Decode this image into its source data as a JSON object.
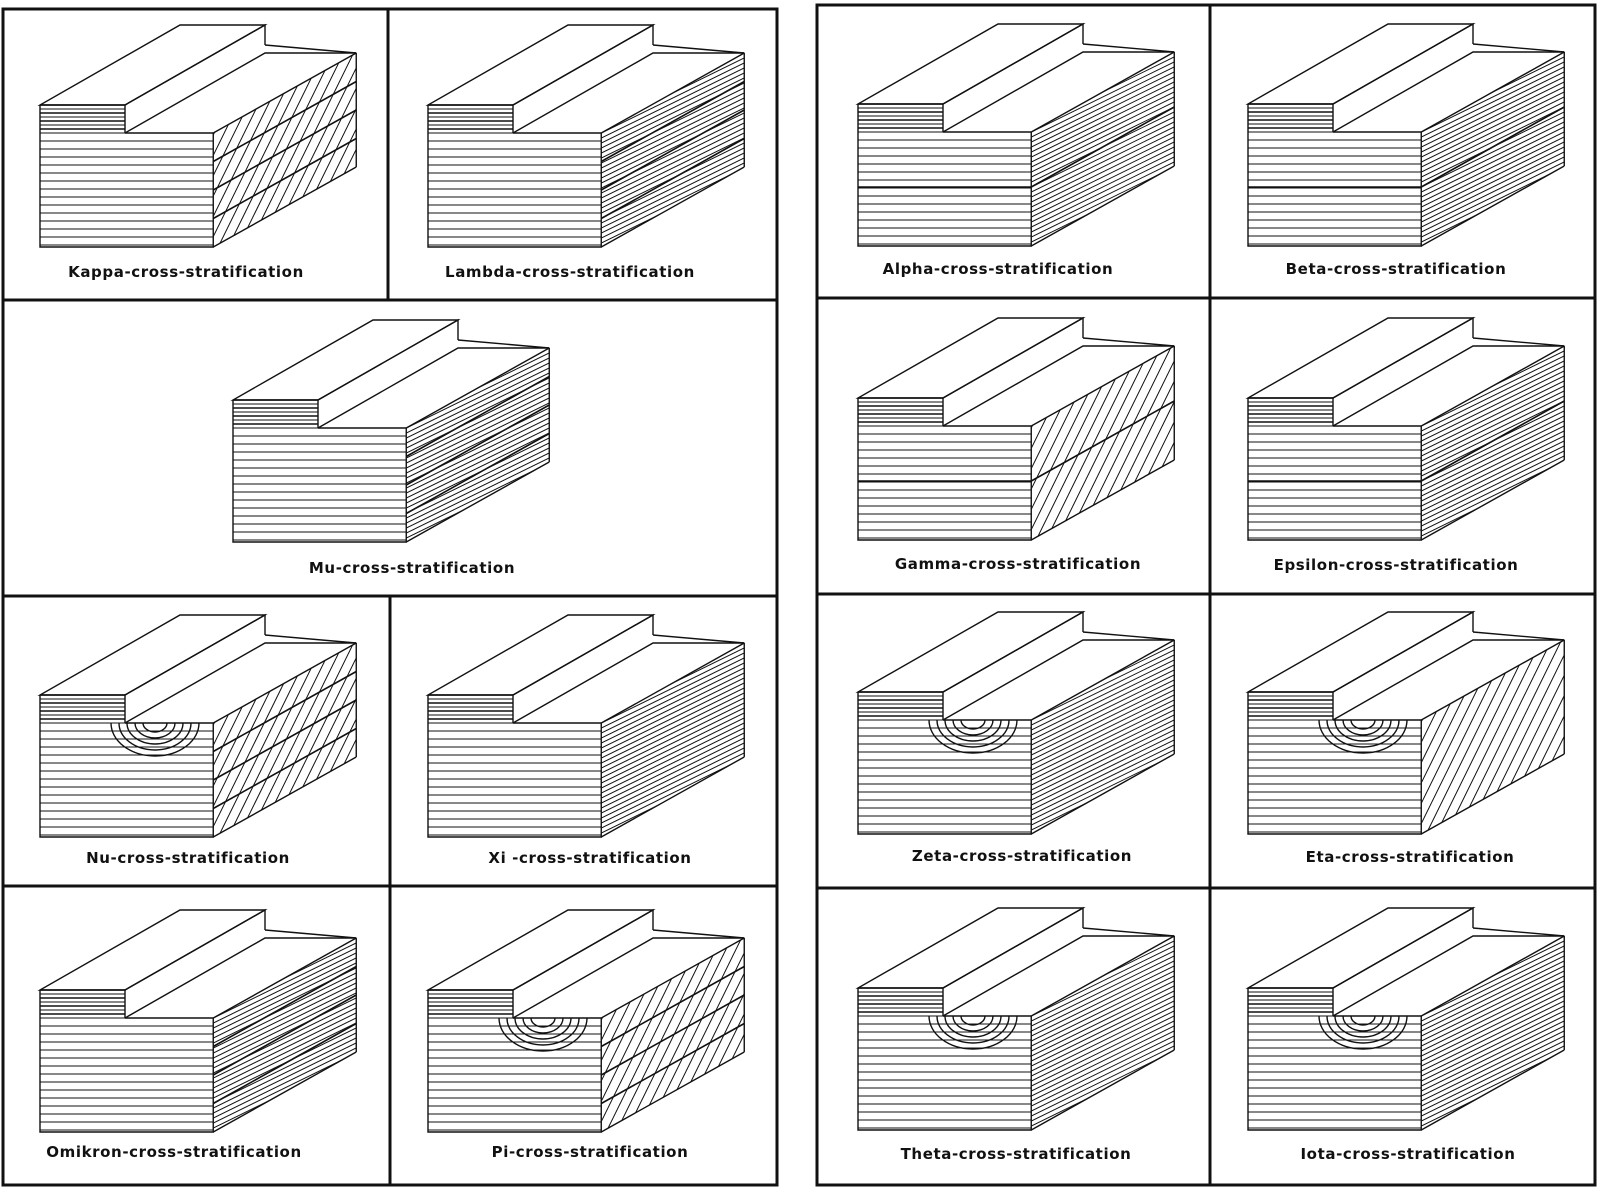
{
  "panels": [
    {
      "id": "kappa",
      "label": "Kappa-cross-stratification",
      "side": "left"
    },
    {
      "id": "lambda",
      "label": "Lambda-cross-stratification",
      "side": "left"
    },
    {
      "id": "mu",
      "label": "Mu-cross-stratification",
      "side": "left"
    },
    {
      "id": "nu",
      "label": "Nu-cross-stratification",
      "side": "left"
    },
    {
      "id": "xi",
      "label": "Xi -cross-stratification",
      "side": "left"
    },
    {
      "id": "omikron",
      "label": "Omikron-cross-stratification",
      "side": "left"
    },
    {
      "id": "pi",
      "label": "Pi-cross-stratification",
      "side": "left"
    },
    {
      "id": "alpha",
      "label": "Alpha-cross-stratification",
      "side": "right"
    },
    {
      "id": "beta",
      "label": "Beta-cross-stratification",
      "side": "right"
    },
    {
      "id": "gamma",
      "label": "Gamma-cross-stratification",
      "side": "right"
    },
    {
      "id": "epsilon",
      "label": "Epsilon-cross-stratification",
      "side": "right"
    },
    {
      "id": "zeta",
      "label": "Zeta-cross-stratification",
      "side": "right"
    },
    {
      "id": "eta",
      "label": "Eta-cross-stratification",
      "side": "right"
    },
    {
      "id": "theta",
      "label": "Theta-cross-stratification",
      "side": "right"
    },
    {
      "id": "iota",
      "label": "Iota-cross-stratification",
      "side": "right"
    }
  ]
}
